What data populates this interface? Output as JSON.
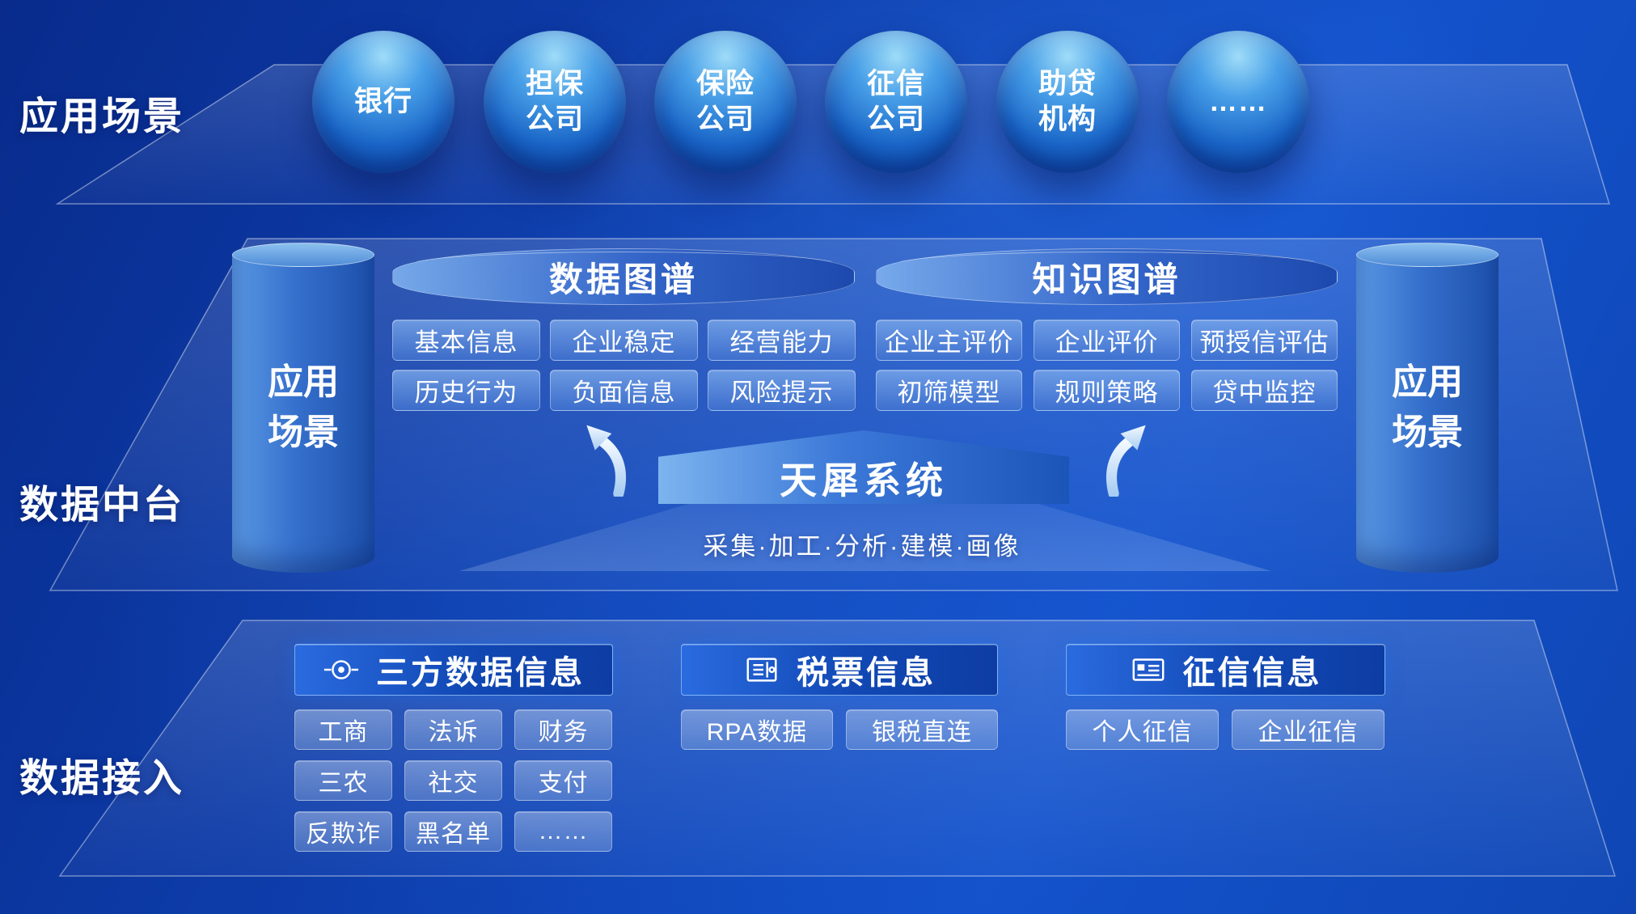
{
  "side_labels": [
    "应用场景",
    "数据中台",
    "数据接入"
  ],
  "top": {
    "spheres": [
      "银行",
      "担保\n公司",
      "保险\n公司",
      "征信\n公司",
      "助贷\n机构",
      "……"
    ]
  },
  "middle": {
    "left_cylinder": "应用\n场景",
    "right_cylinder": "应用\n场景",
    "panels": [
      {
        "title": "数据图谱",
        "chips": [
          "基本信息",
          "企业稳定",
          "经营能力",
          "历史行为",
          "负面信息",
          "风险提示"
        ]
      },
      {
        "title": "知识图谱",
        "chips": [
          "企业主评价",
          "企业评价",
          "预授信评估",
          "初筛模型",
          "规则策略",
          "贷中监控"
        ]
      }
    ],
    "system": {
      "title": "天犀系统",
      "subtitle": "采集·加工·分析·建模·画像"
    }
  },
  "bottom": {
    "groups": [
      {
        "title": "三方数据信息",
        "icon": "target-icon",
        "chips": [
          "工商",
          "法诉",
          "财务",
          "三农",
          "社交",
          "支付",
          "反欺诈",
          "黑名单",
          "……"
        ]
      },
      {
        "title": "税票信息",
        "icon": "invoice-icon",
        "chips": [
          "RPA数据",
          "银税直连"
        ]
      },
      {
        "title": "征信信息",
        "icon": "id-card-icon",
        "chips": [
          "个人征信",
          "企业征信"
        ]
      }
    ]
  },
  "colors": {
    "background": "#0e3fae",
    "sphere_highlight": "#8fd0f5",
    "chip_blue": "#4a78d0",
    "header_deep_blue": "#0d3da4",
    "platform_line": "#ffffff",
    "text": "#ffffff"
  }
}
